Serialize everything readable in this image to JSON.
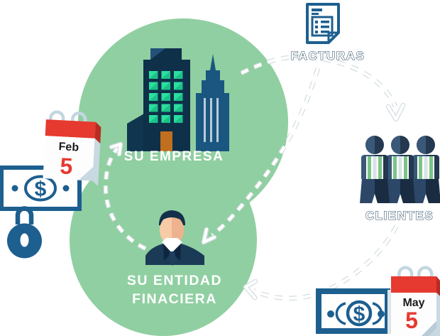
{
  "nodes": {
    "empresa": {
      "label": "SU EMPRESA"
    },
    "facturas": {
      "label": "FACTURAS"
    },
    "clientes": {
      "label": "CLIENTES"
    },
    "entidad": {
      "label_line1": "SU ENTIDAD",
      "label_line2": "FINACIERA"
    }
  },
  "calendars": {
    "feb": {
      "month": "Feb",
      "day": "5"
    },
    "may": {
      "month": "May",
      "day": "5"
    }
  },
  "money": {
    "symbol": "$"
  },
  "icons": {
    "empresa": "office-buildings-icon",
    "facturas": "invoice-document-icon",
    "clientes": "people-group-icon",
    "entidad": "businessman-icon",
    "feb": "calendar-icon",
    "may": "calendar-icon",
    "lock": "padlock-icon",
    "money_left": "banknote-icon",
    "money_right": "banknote-icon"
  },
  "flows": [
    {
      "from": "SU EMPRESA",
      "to": "CLIENTES",
      "via": "FACTURAS",
      "style": "dashed-arrow"
    },
    {
      "from": "FACTURAS",
      "to": "SU ENTIDAD FINACIERA",
      "style": "dashed-arrow"
    },
    {
      "from": "SU ENTIDAD FINACIERA",
      "to": "SU EMPRESA",
      "style": "dashed-arrow"
    },
    {
      "from": "CLIENTES",
      "to": "SU ENTIDAD FINACIERA",
      "style": "dashed-arrow"
    }
  ],
  "colors": {
    "blob_green": "#90cfa1",
    "navy_dark": "#0e3049",
    "steel_blue": "#1d5f8f",
    "window_teal": "#2bdf9f",
    "stripe_green": "#7ac488",
    "red": "#e6392f",
    "white": "#ffffff"
  }
}
